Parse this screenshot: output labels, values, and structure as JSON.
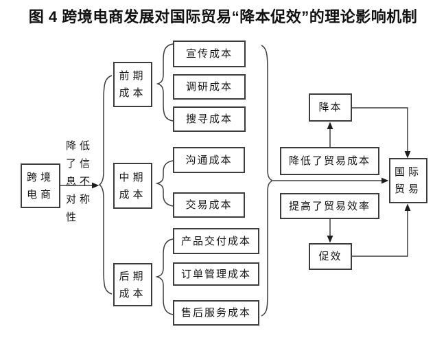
{
  "title": "图 4 跨境电商发展对国际贸易“降本促效”的理论影响机制",
  "colors": {
    "line": "#3d3d3d",
    "text": "#141414",
    "background": "#ffffff"
  },
  "diagram": {
    "source": {
      "label": "跨境电商"
    },
    "source_arrow_label": "降低了信息不对称性",
    "stages": [
      {
        "label": "前期成本",
        "costs": [
          "宣传成本",
          "调研成本",
          "搜寻成本"
        ]
      },
      {
        "label": "中期成本",
        "costs": [
          "沟通成本",
          "交易成本"
        ]
      },
      {
        "label": "后期成本",
        "costs": [
          "产品交付成本",
          "订单管理成本",
          "售后服务成本"
        ]
      }
    ],
    "mechanisms": [
      {
        "cause": "降低了贸易成本",
        "effect": "降本"
      },
      {
        "cause": "提高了贸易效率",
        "effect": "促效"
      }
    ],
    "target": {
      "label": "国际贸易"
    }
  }
}
